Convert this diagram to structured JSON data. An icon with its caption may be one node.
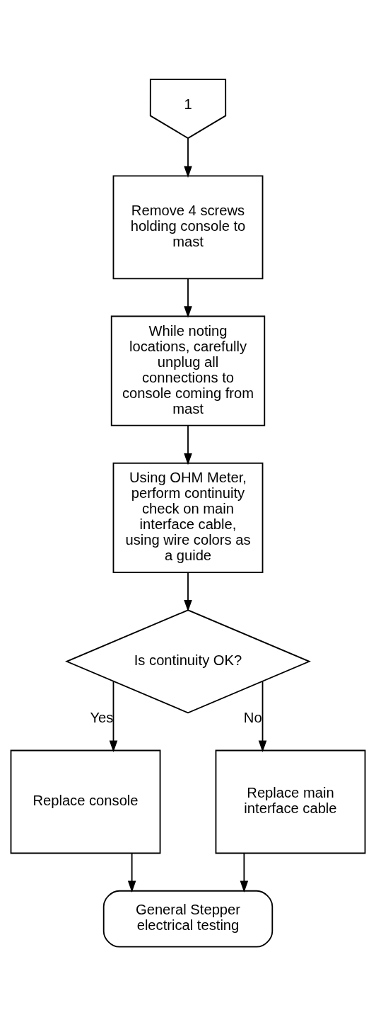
{
  "diagram": {
    "nodes": [
      {
        "text": [
          "1"
        ]
      },
      {
        "text": [
          "Remove 4 screws holding console to mast"
        ]
      },
      {
        "text": [
          "While noting locations, carefully unplug all connections to console coming from mast"
        ]
      },
      {
        "text": [
          "Using OHM Meter, perform continuity check on main interface cable, using wire colors as a guide"
        ]
      },
      {
        "text": [
          "Is continuity OK?"
        ]
      },
      {
        "text": [
          "Replace console"
        ]
      },
      {
        "text": [
          "Replace main interface cable"
        ]
      },
      {
        "text": [
          "General Stepper electrical testing"
        ]
      }
    ],
    "edges": [
      {
        "from": 0,
        "to": 1,
        "arrow": "to"
      },
      {
        "from": 1,
        "to": 2,
        "arrow": "to"
      },
      {
        "from": 2,
        "to": 3,
        "arrow": "to"
      },
      {
        "from": 3,
        "to": 4,
        "arrow": "to"
      },
      {
        "from": 4,
        "to": 5,
        "arrow": "to",
        "label": "Yes"
      },
      {
        "from": 4,
        "to": 6,
        "arrow": "to",
        "label": "No"
      },
      {
        "from": 5,
        "to": 7,
        "arrow": "to"
      },
      {
        "from": 6,
        "to": 7,
        "arrow": "to"
      }
    ]
  }
}
